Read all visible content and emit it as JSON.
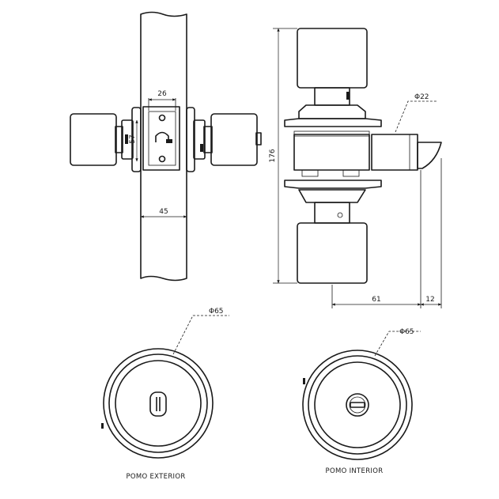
{
  "dimensions": {
    "latch_width": "26",
    "latch_height": "57",
    "door_thickness": "45",
    "overall_height": "176",
    "latch_diameter": "Φ22",
    "backset": "61",
    "latch_front": "12",
    "knob_diameter_exterior": "Φ65",
    "knob_diameter_interior": "Φ65"
  },
  "captions": {
    "exterior": "POMO EXTERIOR",
    "interior": "POMO INTERIOR"
  },
  "colors": {
    "line": "#1a1a1a",
    "background": "#ffffff"
  }
}
